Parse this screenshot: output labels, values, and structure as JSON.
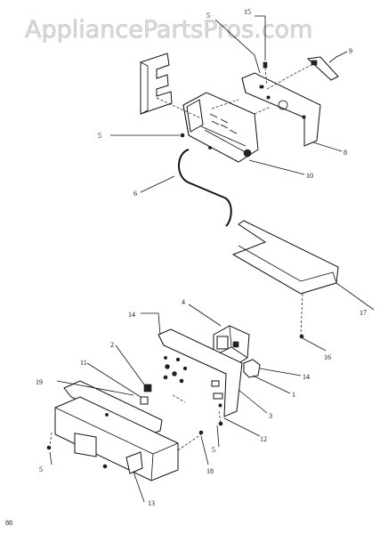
{
  "watermark": "AppliancePartsPros.com",
  "page_number": "88",
  "callouts": {
    "c5a": "5",
    "c15": "15",
    "c9": "9",
    "c5b": "5",
    "c8": "8",
    "c10": "10",
    "c6": "6",
    "c17": "17",
    "c16": "16",
    "c4": "4",
    "c14a": "14",
    "c2": "2",
    "c11": "11",
    "c19": "19",
    "c14b": "14",
    "c1": "1",
    "c3": "3",
    "c12": "12",
    "c5c": "5",
    "c18": "18",
    "c5d": "5",
    "c13": "13"
  }
}
